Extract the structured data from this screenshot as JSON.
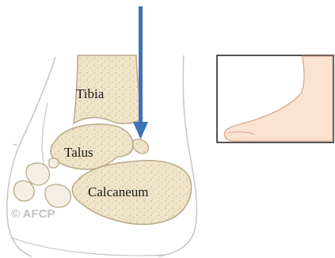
{
  "labels": {
    "tibia": "Tibia",
    "talus": "Talus",
    "calcaneum": "Calcaneum"
  },
  "watermark": "© AFCP",
  "colors": {
    "bone_fill": "#efe3c8",
    "bone_stroke": "#b9a988",
    "bone_speckle": "#cdbb95",
    "skin_outline": "#c9c4bf",
    "arrow": "#3f72b5",
    "inset_border": "#1a1a1a",
    "foot_fill": "#fbe3d2",
    "foot_stroke": "#d9a98c",
    "watermark": "#c4c2c0"
  },
  "icons": {
    "arrow": "down-arrow-icon",
    "inset": "foot-icon"
  }
}
